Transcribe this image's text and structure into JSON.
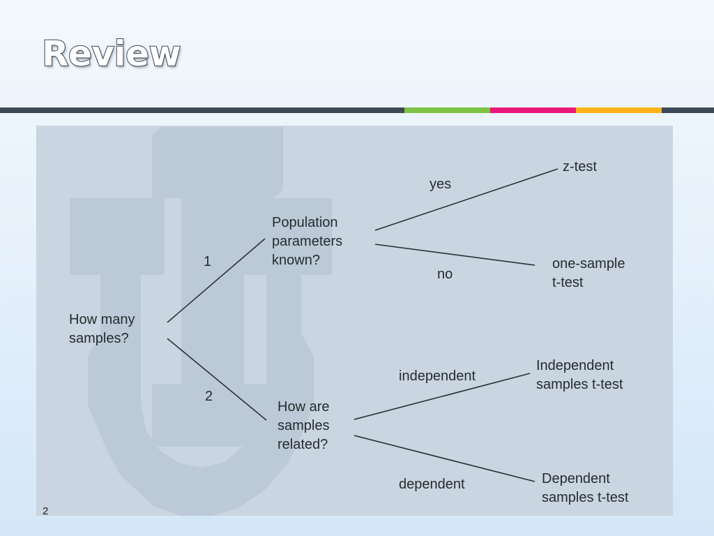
{
  "slide": {
    "title": "Review",
    "number": "2"
  },
  "colors": {
    "header_bar": "#3e4a59",
    "accent_green": "#7dc243",
    "accent_pink": "#e8197a",
    "accent_gold": "#fbb316",
    "panel_background": "#c9d5e0",
    "watermark": "#bccad7",
    "text": "#262b30",
    "edge": "#2a2f35"
  },
  "watermark": {
    "icon": "university-monogram-watermark"
  },
  "diagram": {
    "nodes": {
      "root": "How many\nsamples?",
      "pop_known": "Population\nparameters\nknown?",
      "related": "How are\nsamples\nrelated?",
      "z_test": "z-test",
      "one_sample": "one-sample\nt-test",
      "independent_test": "Independent\nsamples t-test",
      "dependent_test": "Dependent\nsamples t-test"
    },
    "edges": {
      "one": "1",
      "two": "2",
      "yes": "yes",
      "no": "no",
      "independent": "independent",
      "dependent": "dependent"
    }
  }
}
